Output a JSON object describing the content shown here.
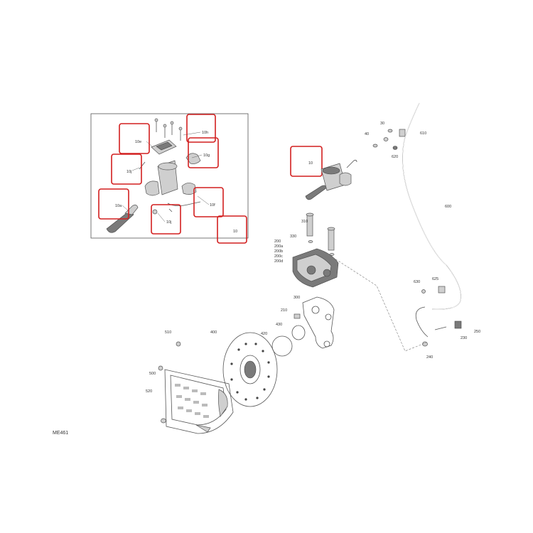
{
  "diagram": {
    "ref_code": "ME461",
    "inset_labels": [
      "10h",
      "10e",
      "10g",
      "10j",
      "10a",
      "10f",
      "10j",
      "10"
    ],
    "highlight_labels": [
      "10h",
      "10e",
      "10g",
      "10j",
      "10a",
      "10f",
      "10j",
      "10",
      "10"
    ],
    "main_labels": {
      "master": "10",
      "p30": "30",
      "p40": "40",
      "p610": "610",
      "p620": "620",
      "p600": "600",
      "p310": "310",
      "p330": "330",
      "p200": "200",
      "p200a": "200a",
      "p200b": "200b",
      "p200c": "200c",
      "p200d": "200d",
      "p630": "630",
      "p625": "625",
      "p300": "300",
      "p210": "210",
      "p400": "400",
      "p420": "420",
      "p430": "430",
      "p510": "510",
      "p500": "500",
      "p520": "520",
      "p250": "250",
      "p230": "230",
      "p240": "240"
    },
    "highlight_color": "#d21f1f"
  }
}
